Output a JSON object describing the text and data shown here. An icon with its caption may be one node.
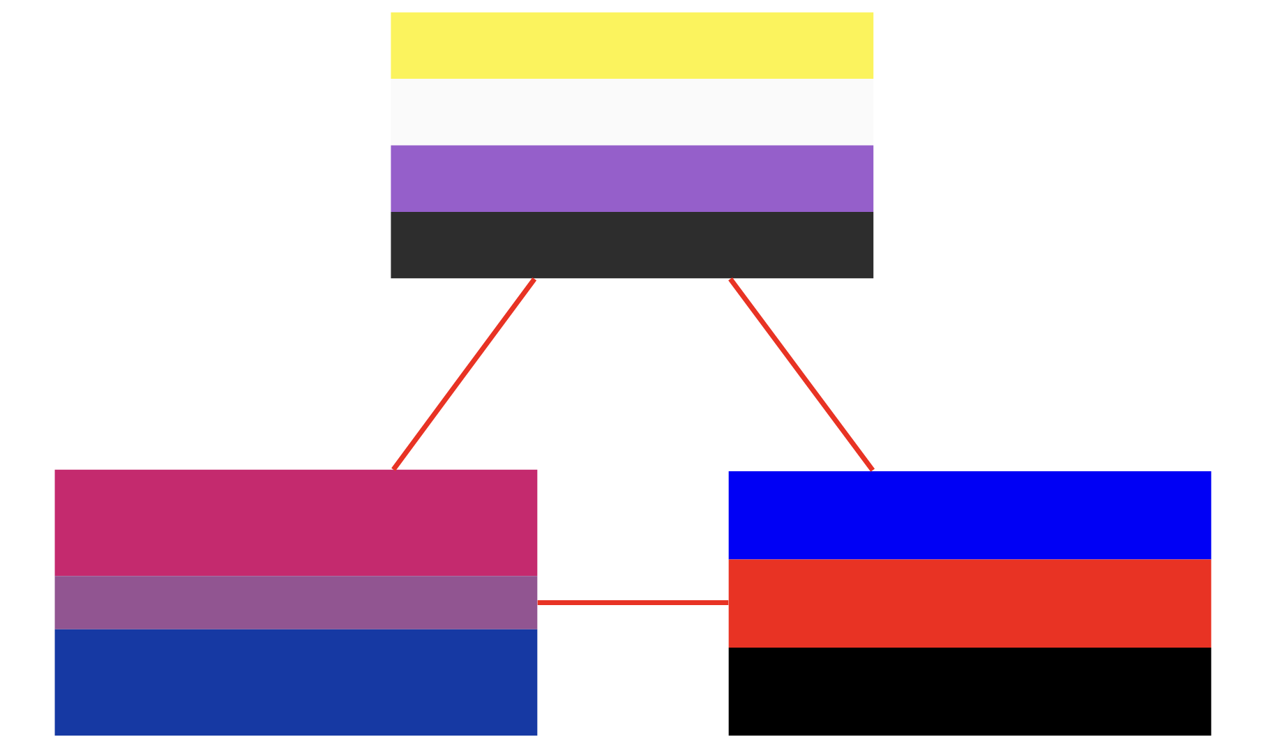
{
  "diagram": {
    "nodes": [
      {
        "text": [],
        "shape": "flag"
      },
      {
        "text": [],
        "shape": "flag"
      },
      {
        "text": [],
        "shape": "flag"
      }
    ],
    "edges": [
      {
        "from": 0,
        "to": 1,
        "arrow": "none"
      },
      {
        "from": 0,
        "to": 2,
        "arrow": "none"
      },
      {
        "from": 1,
        "to": 2,
        "arrow": "none"
      }
    ]
  }
}
